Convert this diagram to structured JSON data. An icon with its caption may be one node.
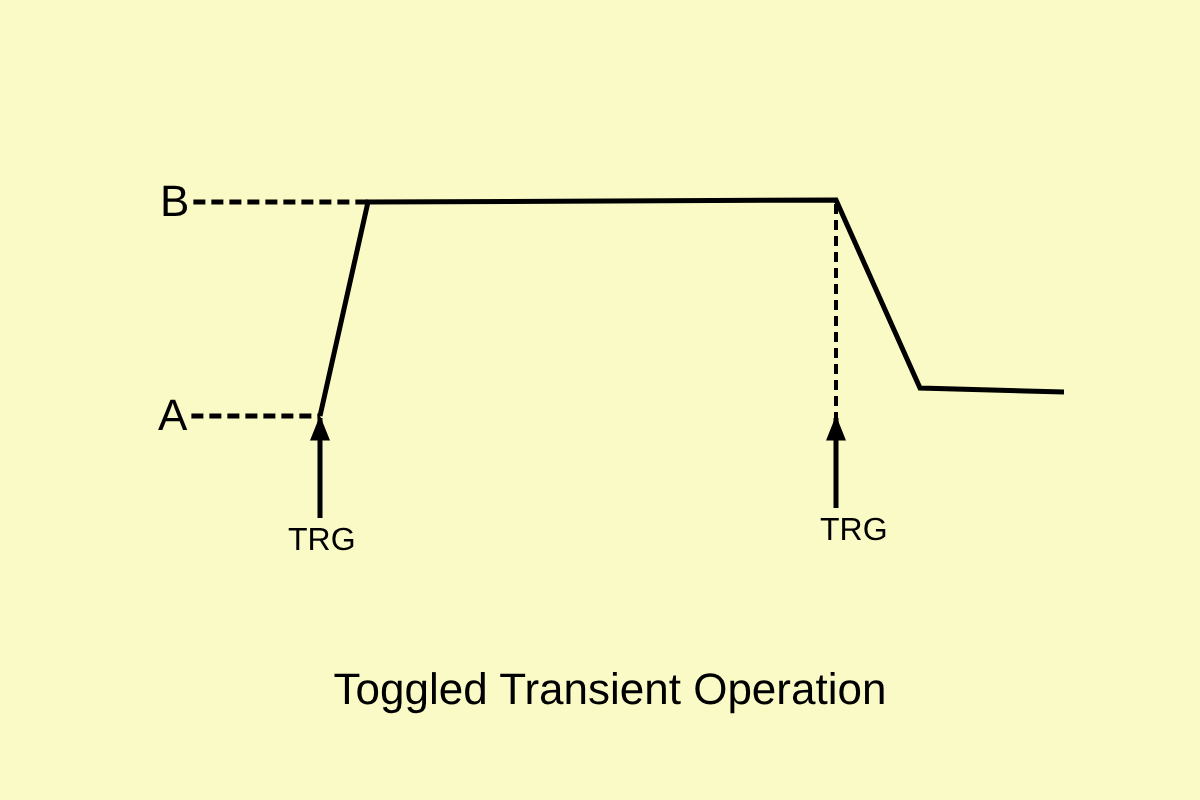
{
  "diagram": {
    "caption": "Toggled Transient Operation",
    "nodes": [
      {
        "text": [
          "B"
        ]
      },
      {
        "text": [
          "A"
        ]
      },
      {
        "text": [
          "TRG"
        ]
      },
      {
        "text": [
          "TRG"
        ]
      }
    ],
    "edges": [
      {
        "from": 0,
        "to": null,
        "arrow": "none",
        "style": "dashed"
      },
      {
        "from": 1,
        "to": null,
        "arrow": "none",
        "style": "dashed"
      },
      {
        "from": 2,
        "to": null,
        "arrow": "to"
      },
      {
        "from": 3,
        "to": null,
        "arrow": "to"
      }
    ]
  }
}
